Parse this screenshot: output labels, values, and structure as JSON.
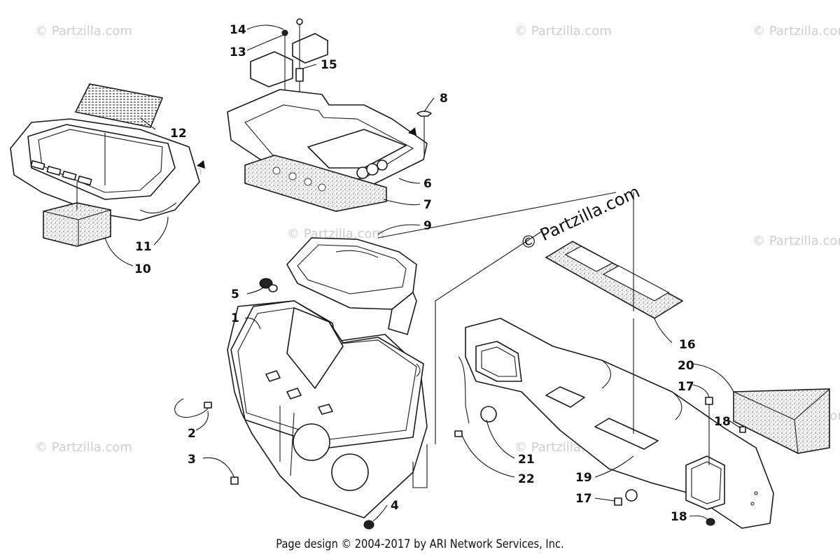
{
  "watermark": "© Partzilla.com",
  "footer": "Page design © 2004-2017 by ARI Network Services, Inc.",
  "callouts": {
    "c1": "1",
    "c2": "2",
    "c3": "3",
    "c4": "4",
    "c5": "5",
    "c6": "6",
    "c7": "7",
    "c8": "8",
    "c9": "9",
    "c10": "10",
    "c11": "11",
    "c12": "12",
    "c13": "13",
    "c14": "14",
    "c15": "15",
    "c16": "16",
    "c17a": "17",
    "c17b": "17",
    "c18a": "18",
    "c18b": "18",
    "c19": "19",
    "c20": "20",
    "c21": "21",
    "c22": "22"
  }
}
